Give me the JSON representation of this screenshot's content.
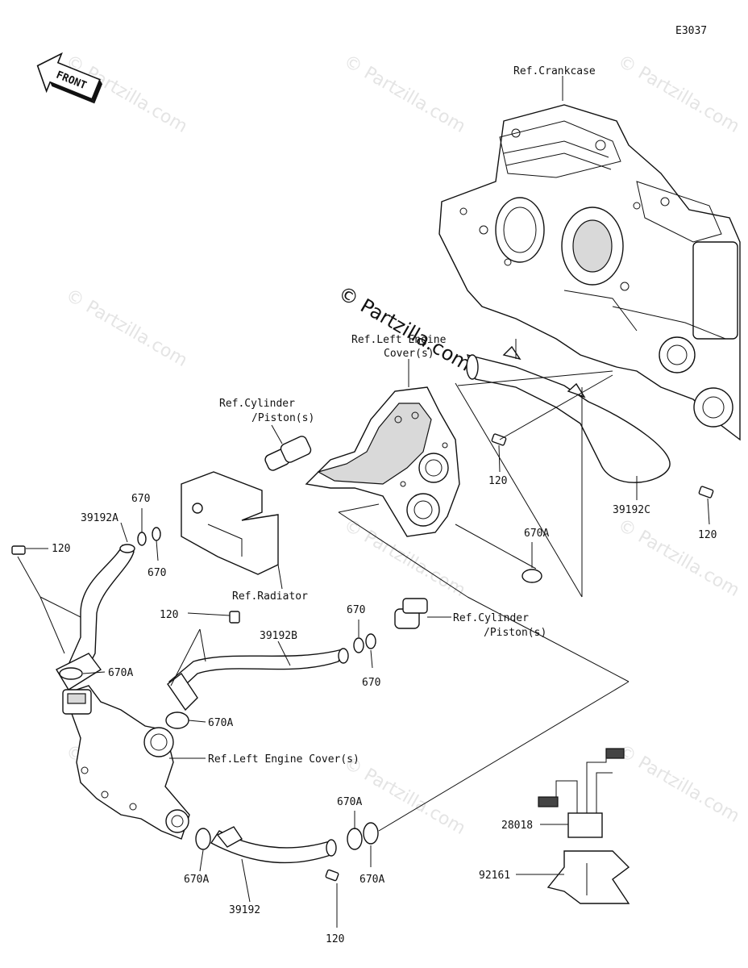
{
  "diagram_id": "E3037",
  "watermark": "© Partzilla.com",
  "front_arrow": {
    "label": "FRONT",
    "icon": "front-direction-arrow-icon"
  },
  "labels": {
    "ref_crankcase": "Ref.Crankcase",
    "ref_left_engine_cover_1": "Ref.Left Engine",
    "ref_left_engine_cover_2": "Cover(s)",
    "ref_cylinder_a_1": "Ref.Cylinder",
    "ref_cylinder_a_2": "/Piston(s)",
    "ref_radiator": "Ref.Radiator",
    "ref_cylinder_b_1": "Ref.Cylinder",
    "ref_cylinder_b_2": "/Piston(s)",
    "ref_left_engine_cover_b": "Ref.Left Engine Cover(s)"
  },
  "part_numbers": {
    "p120_a": "120",
    "p120_b": "120",
    "p120_c": "120",
    "p120_d": "120",
    "p120_e": "120",
    "p39192a": "39192A",
    "p39192b": "39192B",
    "p39192c": "39192C",
    "p39192": "39192",
    "p670_a": "670",
    "p670_b": "670",
    "p670_c": "670",
    "p670_d": "670",
    "p670a_a": "670A",
    "p670a_b": "670A",
    "p670a_c": "670A",
    "p670a_d": "670A",
    "p670a_e": "670A",
    "p670a_f": "670A",
    "p28018": "28018",
    "p92161": "92161"
  }
}
